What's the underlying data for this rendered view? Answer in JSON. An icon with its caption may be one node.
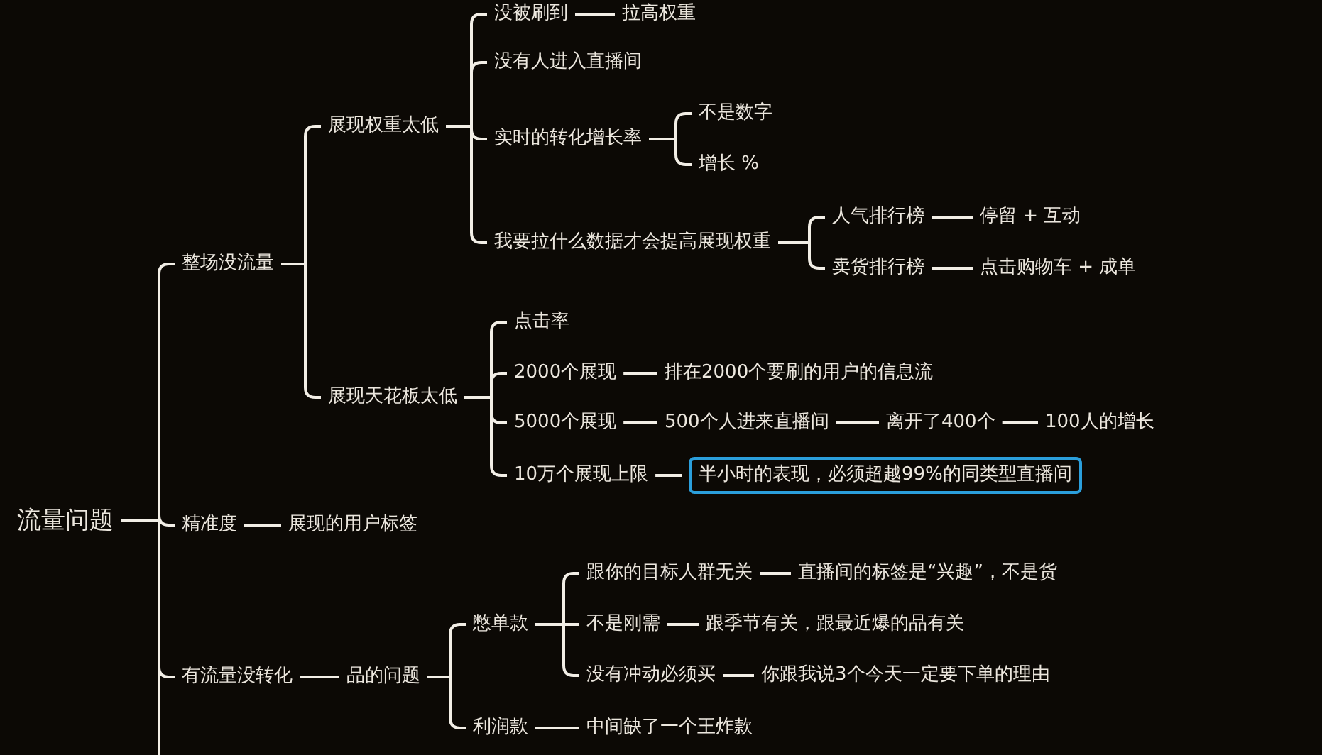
{
  "diagram": {
    "nodes": [
      {
        "text": [
          "流量问题"
        ]
      },
      {
        "text": [
          "整场没流量"
        ]
      },
      {
        "text": [
          "展现权重太低"
        ]
      },
      {
        "text": [
          "没被刷到"
        ]
      },
      {
        "text": [
          "拉高权重"
        ]
      },
      {
        "text": [
          "没有人进入直播间"
        ]
      },
      {
        "text": [
          "实时的转化增长率"
        ]
      },
      {
        "text": [
          "不是数字"
        ]
      },
      {
        "text": [
          "增长 %"
        ]
      },
      {
        "text": [
          "我要拉什么数据才会提高展现权重"
        ]
      },
      {
        "text": [
          "人气排行榜"
        ]
      },
      {
        "text": [
          "停留 + 互动"
        ]
      },
      {
        "text": [
          "卖货排行榜"
        ]
      },
      {
        "text": [
          "点击购物车 + 成单"
        ]
      },
      {
        "text": [
          "展现天花板太低"
        ]
      },
      {
        "text": [
          "点击率"
        ]
      },
      {
        "text": [
          "2000个展现"
        ]
      },
      {
        "text": [
          "排在2000个要刷的用户的信息流"
        ]
      },
      {
        "text": [
          "5000个展现"
        ]
      },
      {
        "text": [
          "500个人进来直播间"
        ]
      },
      {
        "text": [
          "离开了400个"
        ]
      },
      {
        "text": [
          "100人的增长"
        ]
      },
      {
        "text": [
          "10万个展现上限"
        ]
      },
      {
        "text": [
          "半小时的表现，必须超越99%的同类型直播间"
        ]
      },
      {
        "text": [
          "精准度"
        ]
      },
      {
        "text": [
          "展现的用户标签"
        ]
      },
      {
        "text": [
          "有流量没转化"
        ]
      },
      {
        "text": [
          "品的问题"
        ]
      },
      {
        "text": [
          "憋单款"
        ]
      },
      {
        "text": [
          "跟你的目标人群无关"
        ]
      },
      {
        "text": [
          "直播间的标签是“兴趣”，不是货"
        ]
      },
      {
        "text": [
          "不是刚需"
        ]
      },
      {
        "text": [
          "跟季节有关，跟最近爆的品有关"
        ]
      },
      {
        "text": [
          "没有冲动必须买"
        ]
      },
      {
        "text": [
          "你跟我说3个今天一定要下单的理由"
        ]
      },
      {
        "text": [
          "利润款"
        ]
      },
      {
        "text": [
          "中间缺了一个王炸款"
        ]
      }
    ],
    "edges": [
      {
        "from": 0,
        "to": 1,
        "arrow": "none"
      },
      {
        "from": 1,
        "to": 2,
        "arrow": "none"
      },
      {
        "from": 2,
        "to": 3,
        "arrow": "none"
      },
      {
        "from": 3,
        "to": 4,
        "arrow": "none"
      },
      {
        "from": 2,
        "to": 5,
        "arrow": "none"
      },
      {
        "from": 2,
        "to": 6,
        "arrow": "none"
      },
      {
        "from": 6,
        "to": 7,
        "arrow": "none"
      },
      {
        "from": 6,
        "to": 8,
        "arrow": "none"
      },
      {
        "from": 2,
        "to": 9,
        "arrow": "none"
      },
      {
        "from": 9,
        "to": 10,
        "arrow": "none"
      },
      {
        "from": 10,
        "to": 11,
        "arrow": "none"
      },
      {
        "from": 9,
        "to": 12,
        "arrow": "none"
      },
      {
        "from": 12,
        "to": 13,
        "arrow": "none"
      },
      {
        "from": 1,
        "to": 14,
        "arrow": "none"
      },
      {
        "from": 14,
        "to": 15,
        "arrow": "none"
      },
      {
        "from": 14,
        "to": 16,
        "arrow": "none"
      },
      {
        "from": 16,
        "to": 17,
        "arrow": "none"
      },
      {
        "from": 14,
        "to": 18,
        "arrow": "none"
      },
      {
        "from": 18,
        "to": 19,
        "arrow": "none"
      },
      {
        "from": 19,
        "to": 20,
        "arrow": "none"
      },
      {
        "from": 20,
        "to": 21,
        "arrow": "none"
      },
      {
        "from": 14,
        "to": 22,
        "arrow": "none"
      },
      {
        "from": 22,
        "to": 23,
        "arrow": "none"
      },
      {
        "from": 0,
        "to": 24,
        "arrow": "none"
      },
      {
        "from": 24,
        "to": 25,
        "arrow": "none"
      },
      {
        "from": 0,
        "to": 26,
        "arrow": "none"
      },
      {
        "from": 26,
        "to": 27,
        "arrow": "none"
      },
      {
        "from": 27,
        "to": 28,
        "arrow": "none"
      },
      {
        "from": 28,
        "to": 29,
        "arrow": "none"
      },
      {
        "from": 29,
        "to": 30,
        "arrow": "none"
      },
      {
        "from": 28,
        "to": 31,
        "arrow": "none"
      },
      {
        "from": 31,
        "to": 32,
        "arrow": "none"
      },
      {
        "from": 28,
        "to": 33,
        "arrow": "none"
      },
      {
        "from": 33,
        "to": 34,
        "arrow": "none"
      },
      {
        "from": 27,
        "to": 35,
        "arrow": "none"
      },
      {
        "from": 35,
        "to": 36,
        "arrow": "none"
      },
      {
        "from": 0,
        "to": null,
        "arrow": "none"
      }
    ]
  }
}
